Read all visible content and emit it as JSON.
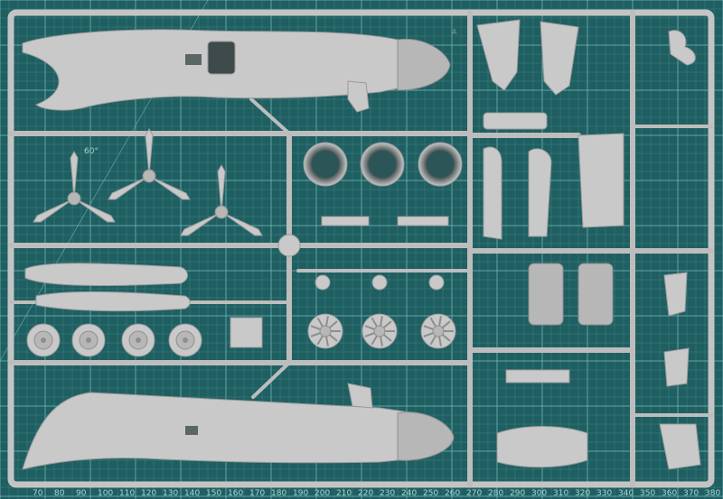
{
  "colors": {
    "mat": "#1f5f62",
    "grid_major": "#7fc1c1",
    "grid_minor": "#4c8f91",
    "plastic": "#c9c9c9",
    "plastic_shadow": "#9a9a9a"
  },
  "ruler": {
    "labels": [
      "70",
      "80",
      "90",
      "100",
      "110",
      "120",
      "130",
      "140",
      "150",
      "160",
      "170",
      "180",
      "190",
      "200",
      "210",
      "220",
      "230",
      "240",
      "250",
      "260",
      "270",
      "280",
      "290",
      "300",
      "310",
      "320",
      "330",
      "340",
      "350",
      "360",
      "370",
      "380"
    ]
  },
  "angle_label": "60°",
  "molded_letter": "A"
}
